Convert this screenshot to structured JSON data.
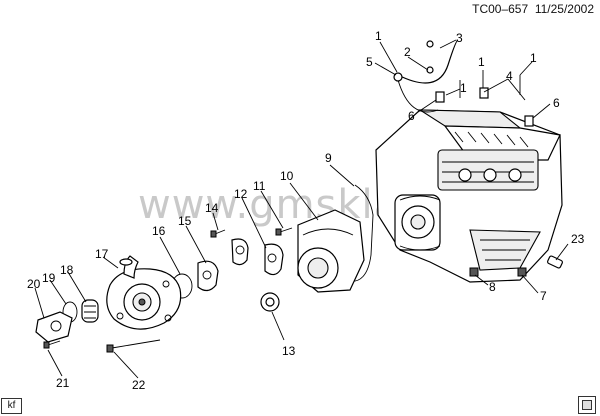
{
  "header": {
    "code": "TC00–657",
    "date": "11/25/2002"
  },
  "footer": {
    "tag": "kf"
  },
  "watermark": "www.gmsklad.ru",
  "callouts": [
    "1",
    "1",
    "1",
    "1",
    "2",
    "3",
    "4",
    "5",
    "6",
    "6",
    "7",
    "8",
    "9",
    "10",
    "11",
    "12",
    "13",
    "14",
    "15",
    "16",
    "17",
    "18",
    "19",
    "20",
    "21",
    "22",
    "23"
  ]
}
